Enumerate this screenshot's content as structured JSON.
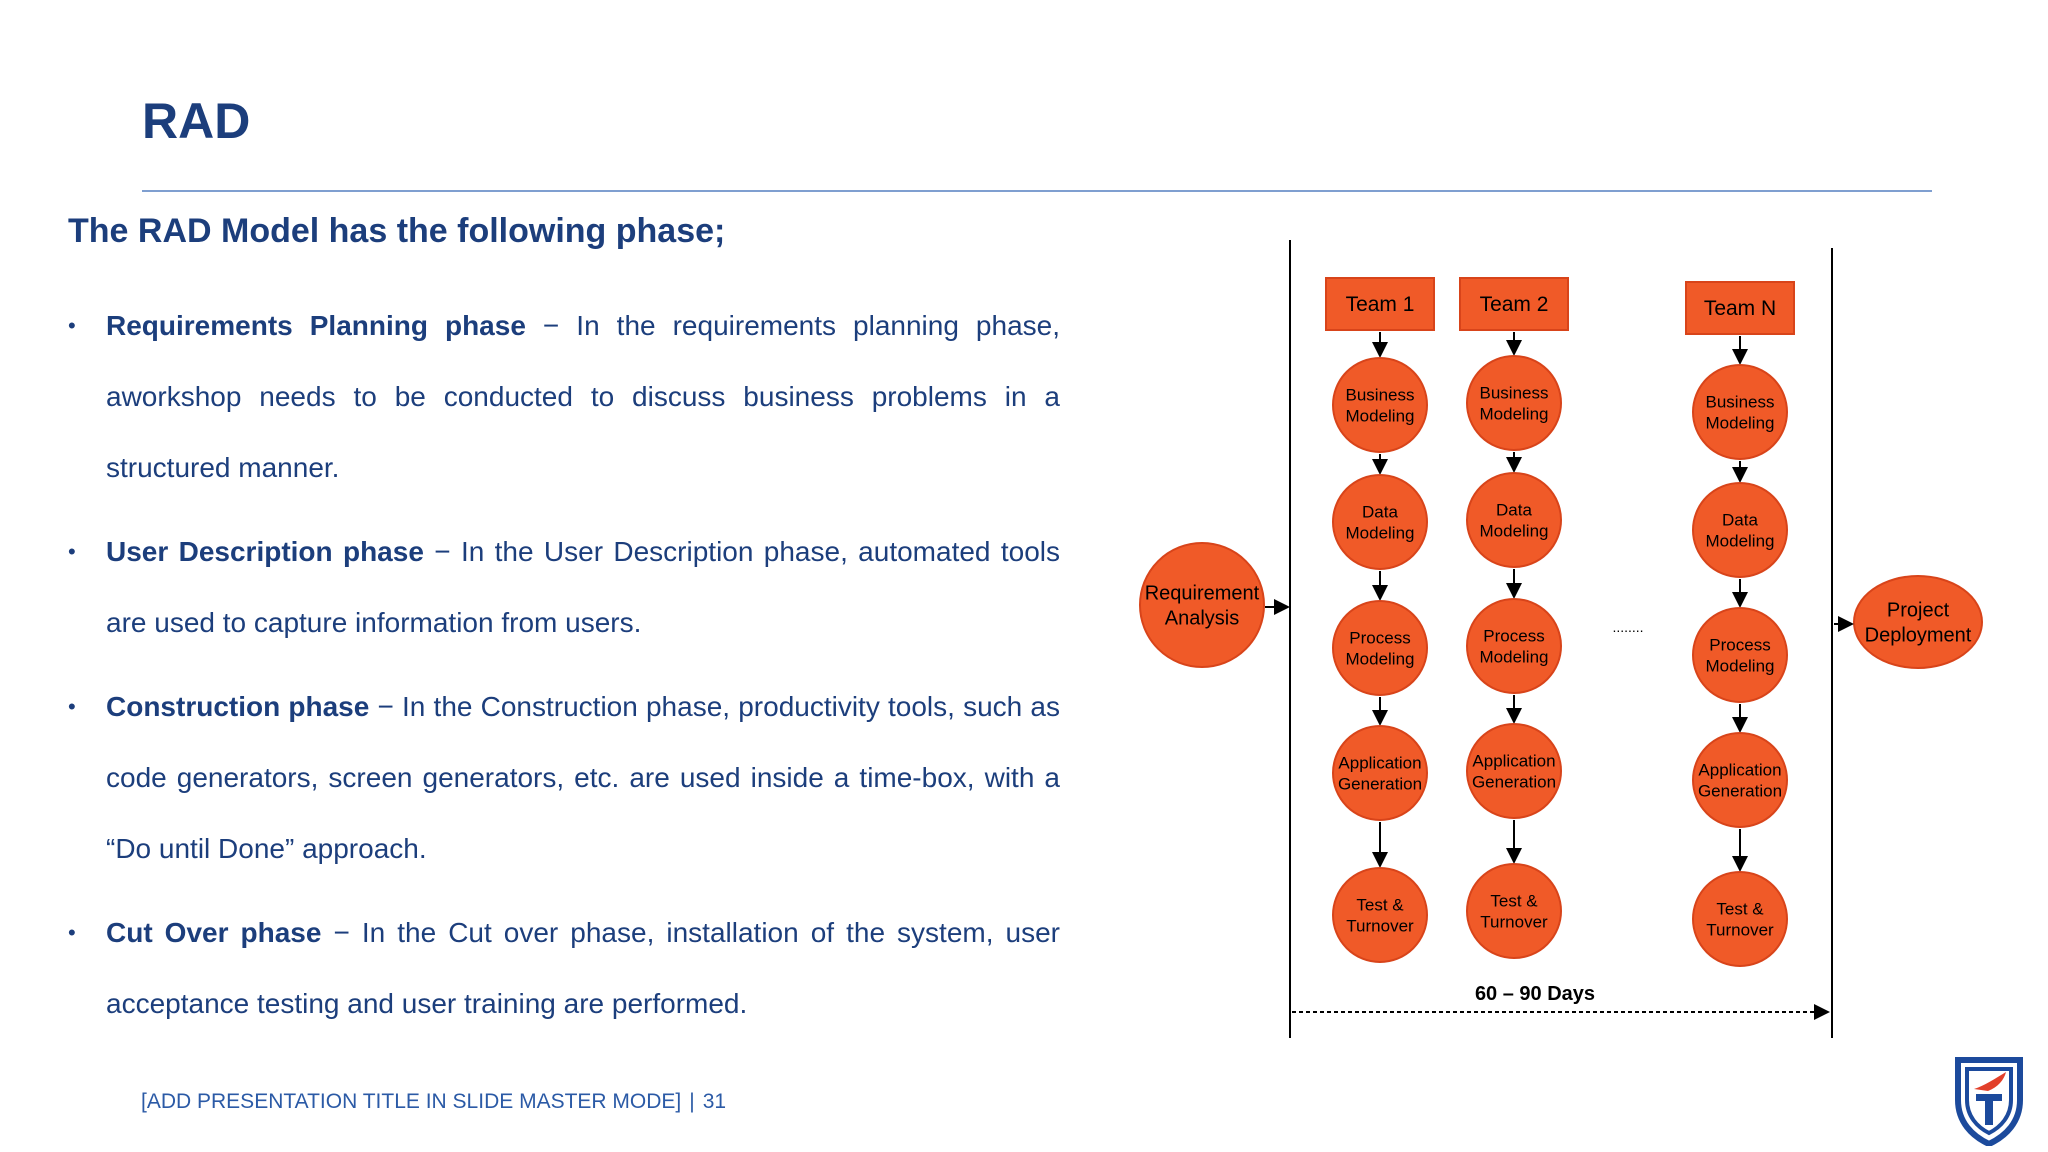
{
  "slide": {
    "title": "RAD",
    "subtitle": "The RAD Model has the following phase;"
  },
  "bullets": [
    {
      "term": "Requirements Planning phase",
      "dash": " − ",
      "text": "In the requirements planning phase, aworkshop needs to be conducted to discuss business problems in a structured manner."
    },
    {
      "term": "User Description phase",
      "dash": " − ",
      "text": "In the User Description phase, automated tools are used to capture information from users."
    },
    {
      "term": "Construction phase",
      "dash": " − ",
      "text": "In the Construction phase, productivity tools, such as code generators, screen generators, etc. are used inside a time-box, with a “Do until Done” approach."
    },
    {
      "term": "Cut Over phase",
      "dash": " − ",
      "text": "In the Cut over phase, installation of the system, user acceptance testing and user training are performed."
    }
  ],
  "diagram": {
    "start": [
      "Requirement",
      "Analysis"
    ],
    "end": [
      "Project",
      "Deployment"
    ],
    "teams": [
      {
        "name": "Team 1",
        "steps": [
          [
            "Business",
            "Modeling"
          ],
          [
            "Data",
            "Modeling"
          ],
          [
            "Process",
            "Modeling"
          ],
          [
            "Application",
            "Generation"
          ],
          [
            "Test &",
            "Turnover"
          ]
        ]
      },
      {
        "name": "Team 2",
        "steps": [
          [
            "Business",
            "Modeling"
          ],
          [
            "Data",
            "Modeling"
          ],
          [
            "Process",
            "Modeling"
          ],
          [
            "Application",
            "Generation"
          ],
          [
            "Test &",
            "Turnover"
          ]
        ]
      },
      {
        "name": "Team N",
        "steps": [
          [
            "Business",
            "Modeling"
          ],
          [
            "Data",
            "Modeling"
          ],
          [
            "Process",
            "Modeling"
          ],
          [
            "Application",
            "Generation"
          ],
          [
            "Test &",
            "Turnover"
          ]
        ]
      }
    ],
    "ellipsis": "........",
    "duration": "60 – 90 Days",
    "colors": {
      "fill": "#f05a28",
      "stroke": "#d8441a",
      "text": "#000000",
      "line": "#000000"
    }
  },
  "footer": {
    "title": "[ADD PRESENTATION TITLE IN SLIDE MASTER MODE]",
    "separator": "|",
    "page": "31"
  },
  "logo": {
    "icon": "shield-torch-icon",
    "colors": {
      "outer": "#1c4a9c",
      "flame": "#e2402a"
    }
  }
}
